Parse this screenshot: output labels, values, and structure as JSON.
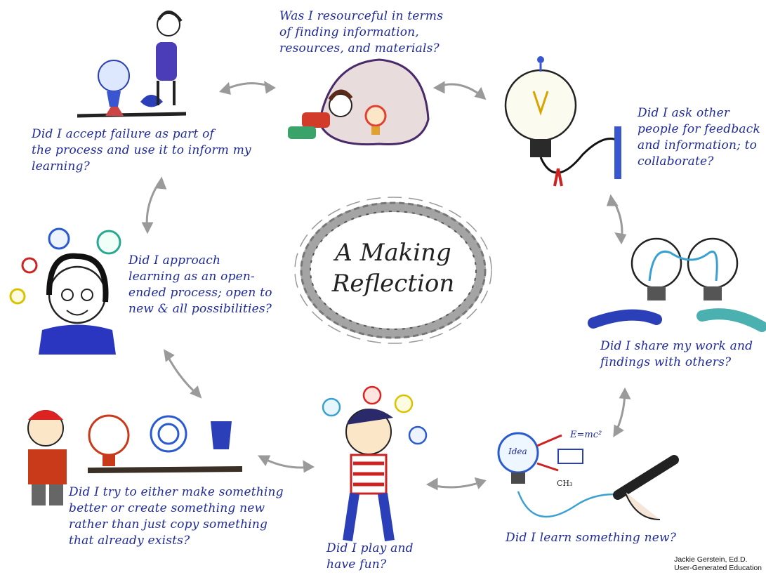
{
  "title": {
    "line1": "A Making",
    "line2": "Reflection"
  },
  "questions": {
    "failure": [
      "Did I accept failure as part of",
      "the process and use it to inform my",
      "learning?"
    ],
    "resourceful": [
      "Was I resourceful in terms",
      "of finding information,",
      "resources, and materials?"
    ],
    "feedback": [
      "Did I ask other",
      "people for feedback",
      "and information; to",
      "collaborate?"
    ],
    "approach": [
      "Did I approach",
      "learning as an open-",
      "ended process; open to",
      "new & all possibilities?"
    ],
    "share": [
      "Did I share my work and",
      "findings with others?"
    ],
    "create": [
      "Did I try to either make something",
      "better or create something new",
      "rather than just copy something",
      "that already exists?"
    ],
    "play": [
      "Did I play and",
      "have fun?"
    ],
    "learn": [
      "Did I learn something new?"
    ]
  },
  "drawing_labels": {
    "idea": "Idea",
    "formula": "E=mc²",
    "chem": "CH₃"
  },
  "credit": {
    "name": "Jackie Gerstein, Ed.D.",
    "org": "User-Generated Education"
  }
}
